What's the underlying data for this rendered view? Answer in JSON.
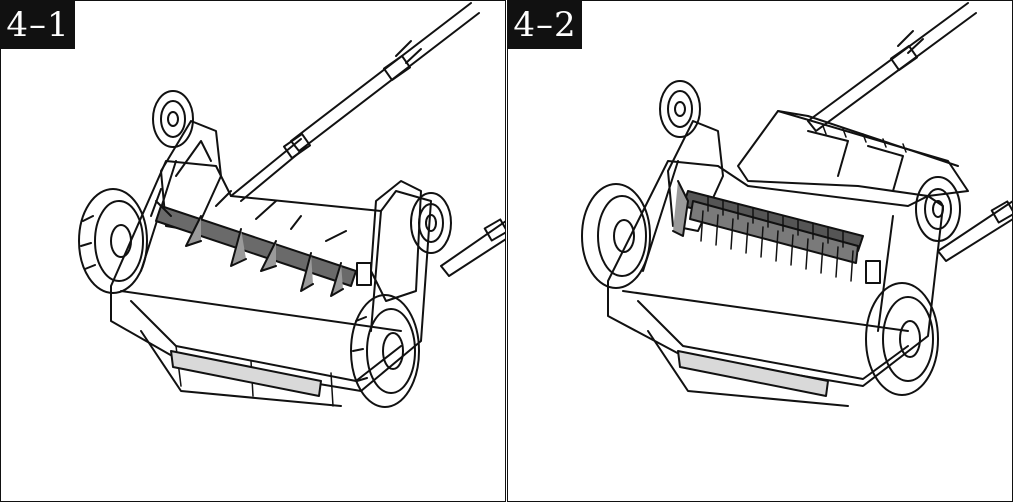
{
  "figures": [
    {
      "label": "4–1",
      "variant": "scarifier-tines"
    },
    {
      "label": "4–2",
      "variant": "aerator-springs"
    }
  ],
  "colors": {
    "line": "#111111",
    "fill_dark": "#444444",
    "fill_mid": "#8a8a8a",
    "label_bg": "#111111",
    "label_text": "#ffffff"
  }
}
